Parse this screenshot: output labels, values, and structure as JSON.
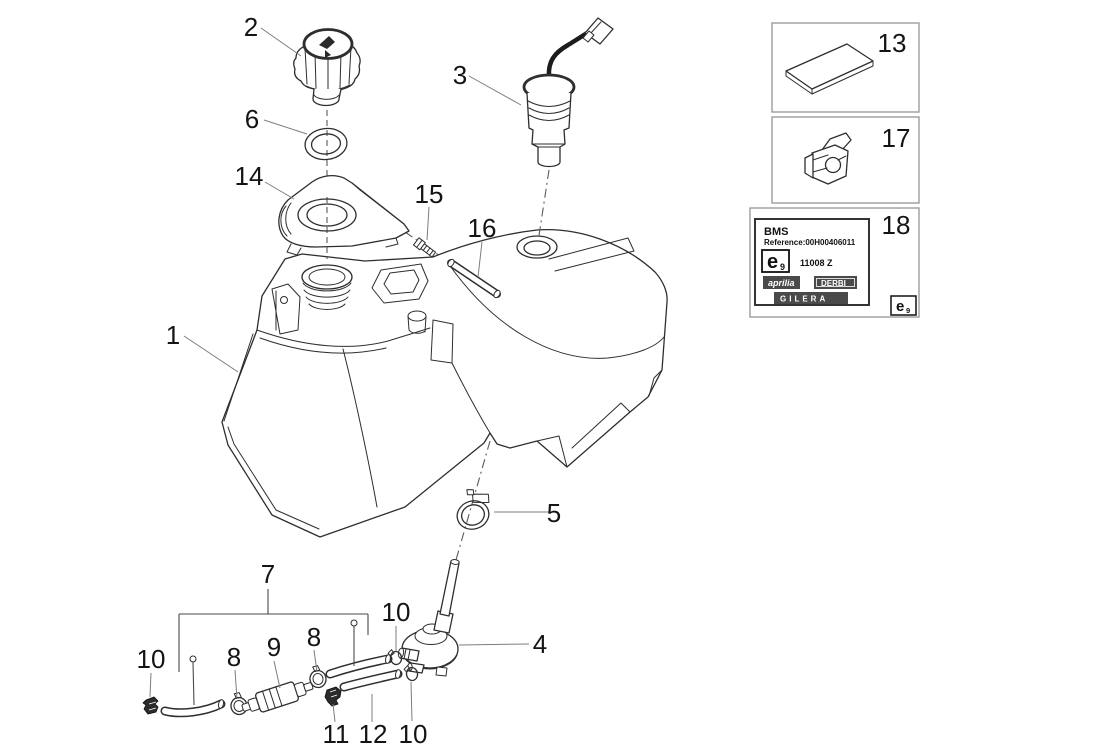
{
  "diagram": {
    "description": "Exploded parts diagram of a motorcycle fuel tank assembly",
    "background_color": "#ffffff",
    "line_color": "#2e2e2e"
  },
  "callouts": {
    "c1": "1",
    "c2": "2",
    "c3": "3",
    "c4": "4",
    "c5": "5",
    "c6": "6",
    "c7": "7",
    "c8": "8",
    "c9": "9",
    "c10": "10",
    "c11": "11",
    "c12": "12",
    "c13": "13",
    "c14": "14",
    "c15": "15",
    "c16": "16",
    "c17": "17",
    "c18": "18"
  },
  "bms_label": {
    "brand": "BMS",
    "reference": "Reference:00H00406011",
    "approval_mark": "e",
    "approval_mark_sub": "9",
    "code": "11008 Z",
    "logo_aprilia": "aprilia",
    "logo_derbi": "DERBI",
    "logo_gilera": "GILERA"
  }
}
